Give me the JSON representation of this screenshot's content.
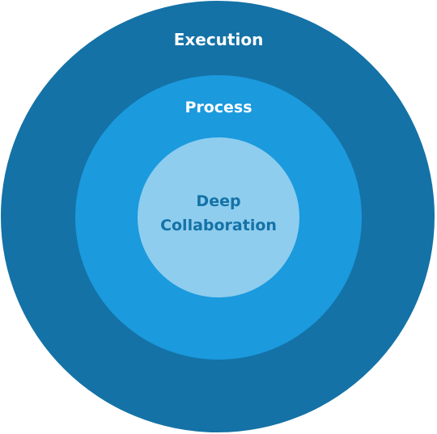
{
  "diagram": {
    "rings": {
      "outer": {
        "label": "Execution",
        "fill": "#1472a6",
        "text_color": "#ffffff"
      },
      "middle": {
        "label": "Process",
        "fill": "#1b9ade",
        "text_color": "#ffffff"
      },
      "inner": {
        "label_line1": "Deep",
        "label_line2": "Collaboration",
        "fill": "#8ecdee",
        "text_color": "#1472a6"
      }
    }
  }
}
